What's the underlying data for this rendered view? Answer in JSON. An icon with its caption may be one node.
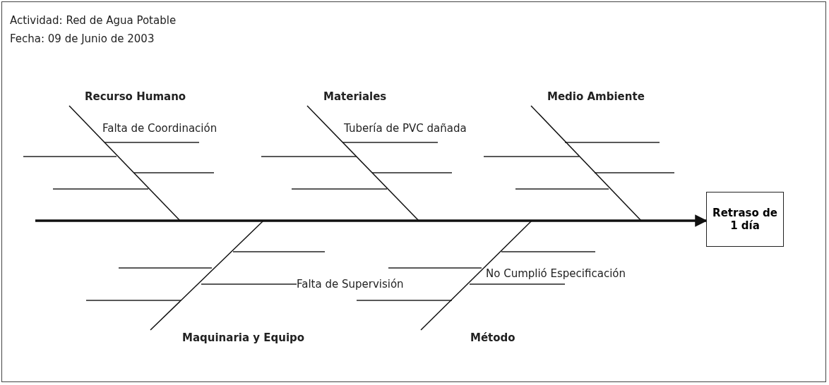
{
  "diagram": {
    "nodes": [
      {
        "text": [
          "Recurso Humano"
        ]
      },
      {
        "text": [
          "Materiales"
        ]
      },
      {
        "text": [
          "Medio Ambiente"
        ]
      },
      {
        "text": [
          "Maquinaria y Equipo"
        ]
      },
      {
        "text": [
          "Método"
        ]
      },
      {
        "text": [
          "Retraso de 1 día"
        ]
      }
    ],
    "edges": [
      {
        "from": null,
        "to": 5,
        "arrow": "to",
        "style": "thick"
      },
      {
        "from": 0,
        "to": null,
        "arrow": "none"
      },
      {
        "from": 1,
        "to": null,
        "arrow": "none"
      },
      {
        "from": 2,
        "to": null,
        "arrow": "none"
      },
      {
        "from": 3,
        "to": null,
        "arrow": "none"
      },
      {
        "from": 4,
        "to": null,
        "arrow": "none"
      }
    ],
    "labels": [
      "Actividad: Red de Agua Potable",
      "Fecha: 09 de Junio de 2003",
      "Falta de Coordinación",
      "Tubería de PVC dañada",
      "Falta de Supervisión",
      "No Cumplió Especificación"
    ]
  }
}
